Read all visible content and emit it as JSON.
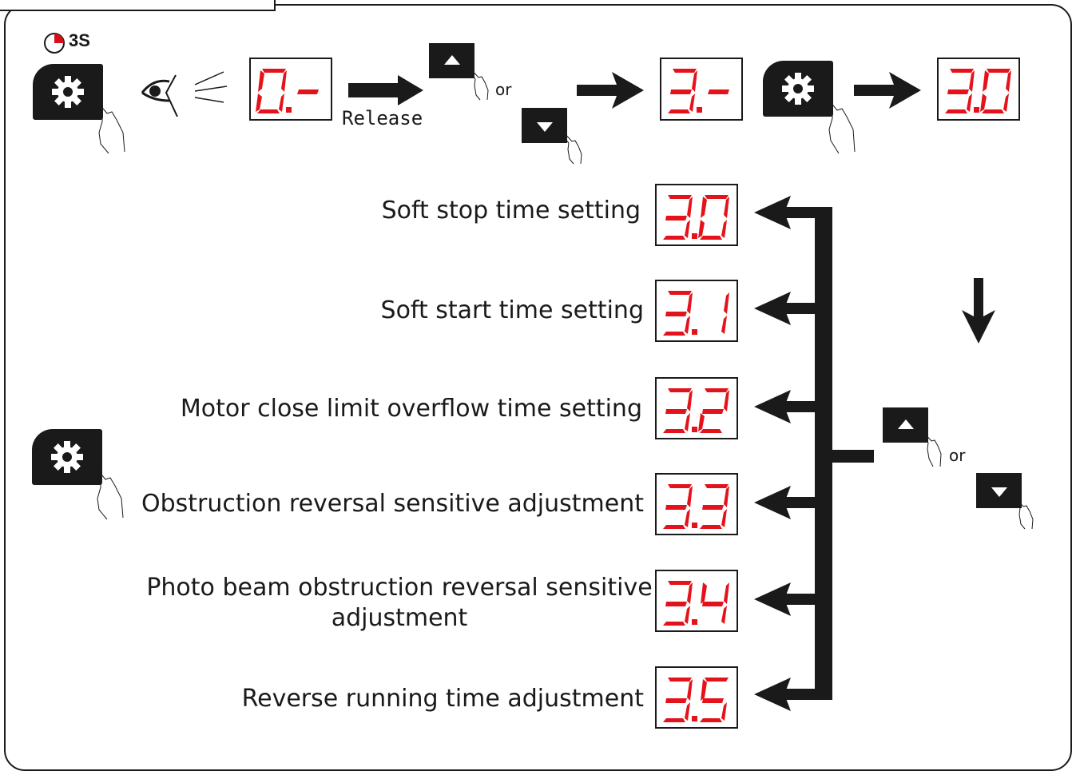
{
  "header": {
    "hold_time": "3S",
    "release_label": "Release",
    "or_label_top": "or",
    "or_label_right": "or"
  },
  "top_sequence_displays": [
    "0.-",
    "3.-",
    "3.0"
  ],
  "menu": {
    "items": [
      {
        "label": "Soft stop time setting",
        "code": "3.0"
      },
      {
        "label": "Soft start time setting",
        "code": "3.1"
      },
      {
        "label": "Motor close limit overflow time setting",
        "code": "3.2"
      },
      {
        "label": "Obstruction reversal sensitive adjustment",
        "code": "3.3"
      },
      {
        "label": "Photo beam obstruction reversal sensitive adjustment",
        "code": "3.4"
      },
      {
        "label": "Reverse running time adjustment",
        "code": "3.5"
      }
    ]
  },
  "colors": {
    "segment_red": "#e4121b",
    "ink": "#1a1a1a",
    "timer_fill": "#d8101a"
  },
  "icons": [
    "gear-icon",
    "hand-pointer-icon",
    "eye-icon",
    "up-arrow-icon",
    "down-arrow-icon",
    "timer-icon"
  ]
}
